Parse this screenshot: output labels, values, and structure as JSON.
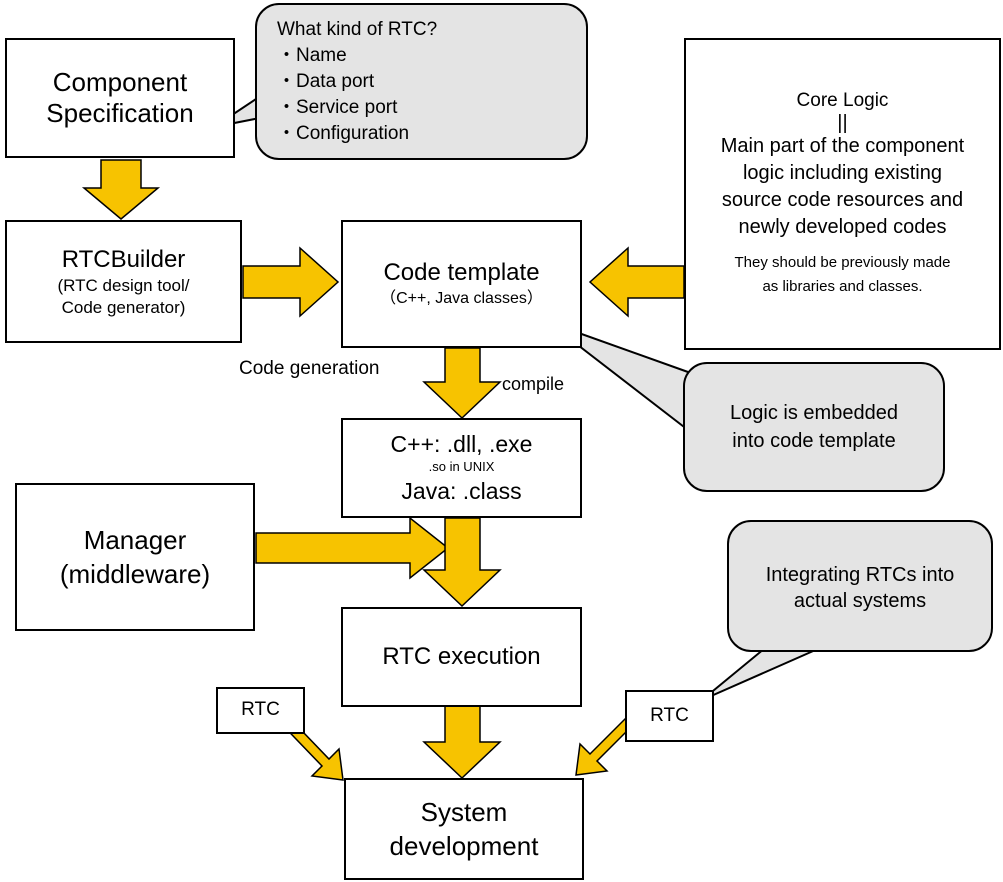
{
  "colors": {
    "arrow_fill": "#f7c300",
    "bubble_fill": "#e4e4e4",
    "box_border": "#000000",
    "background": "#ffffff"
  },
  "component_spec": {
    "line1": "Component",
    "line2": "Specification"
  },
  "bubble_rtc_kind": {
    "title": "What kind of RTC?",
    "items": [
      "・Name",
      "・Data port",
      "・Service port",
      "・Configuration"
    ]
  },
  "core_logic": {
    "title": "Core Logic",
    "equals": "||",
    "desc": [
      "Main part of the component",
      "logic including existing",
      "source code resources and",
      "newly developed codes"
    ],
    "note": [
      "They should be previously made",
      "as libraries and classes."
    ]
  },
  "rtcbuilder": {
    "title": "RTCBuilder",
    "sub1": "(RTC design tool/",
    "sub2": "Code generator)"
  },
  "code_template": {
    "title": "Code template",
    "sub": "（C++, Java classes）"
  },
  "label_code_generation": "Code generation",
  "label_compile": "compile",
  "bubble_embedded": {
    "line1": "Logic is embedded",
    "line2": "into code template"
  },
  "binaries": {
    "line1": "C++: .dll, .exe",
    "line2": ".so in UNIX",
    "line3": "Java: .class"
  },
  "manager": {
    "line1": "Manager",
    "line2": "(middleware)"
  },
  "bubble_integrating": {
    "line1": "Integrating RTCs into",
    "line2": "actual systems"
  },
  "rtc_execution": {
    "label": "RTC execution"
  },
  "rtc_left": {
    "label": "RTC"
  },
  "rtc_right": {
    "label": "RTC"
  },
  "system_development": {
    "line1": "System",
    "line2": "development"
  }
}
